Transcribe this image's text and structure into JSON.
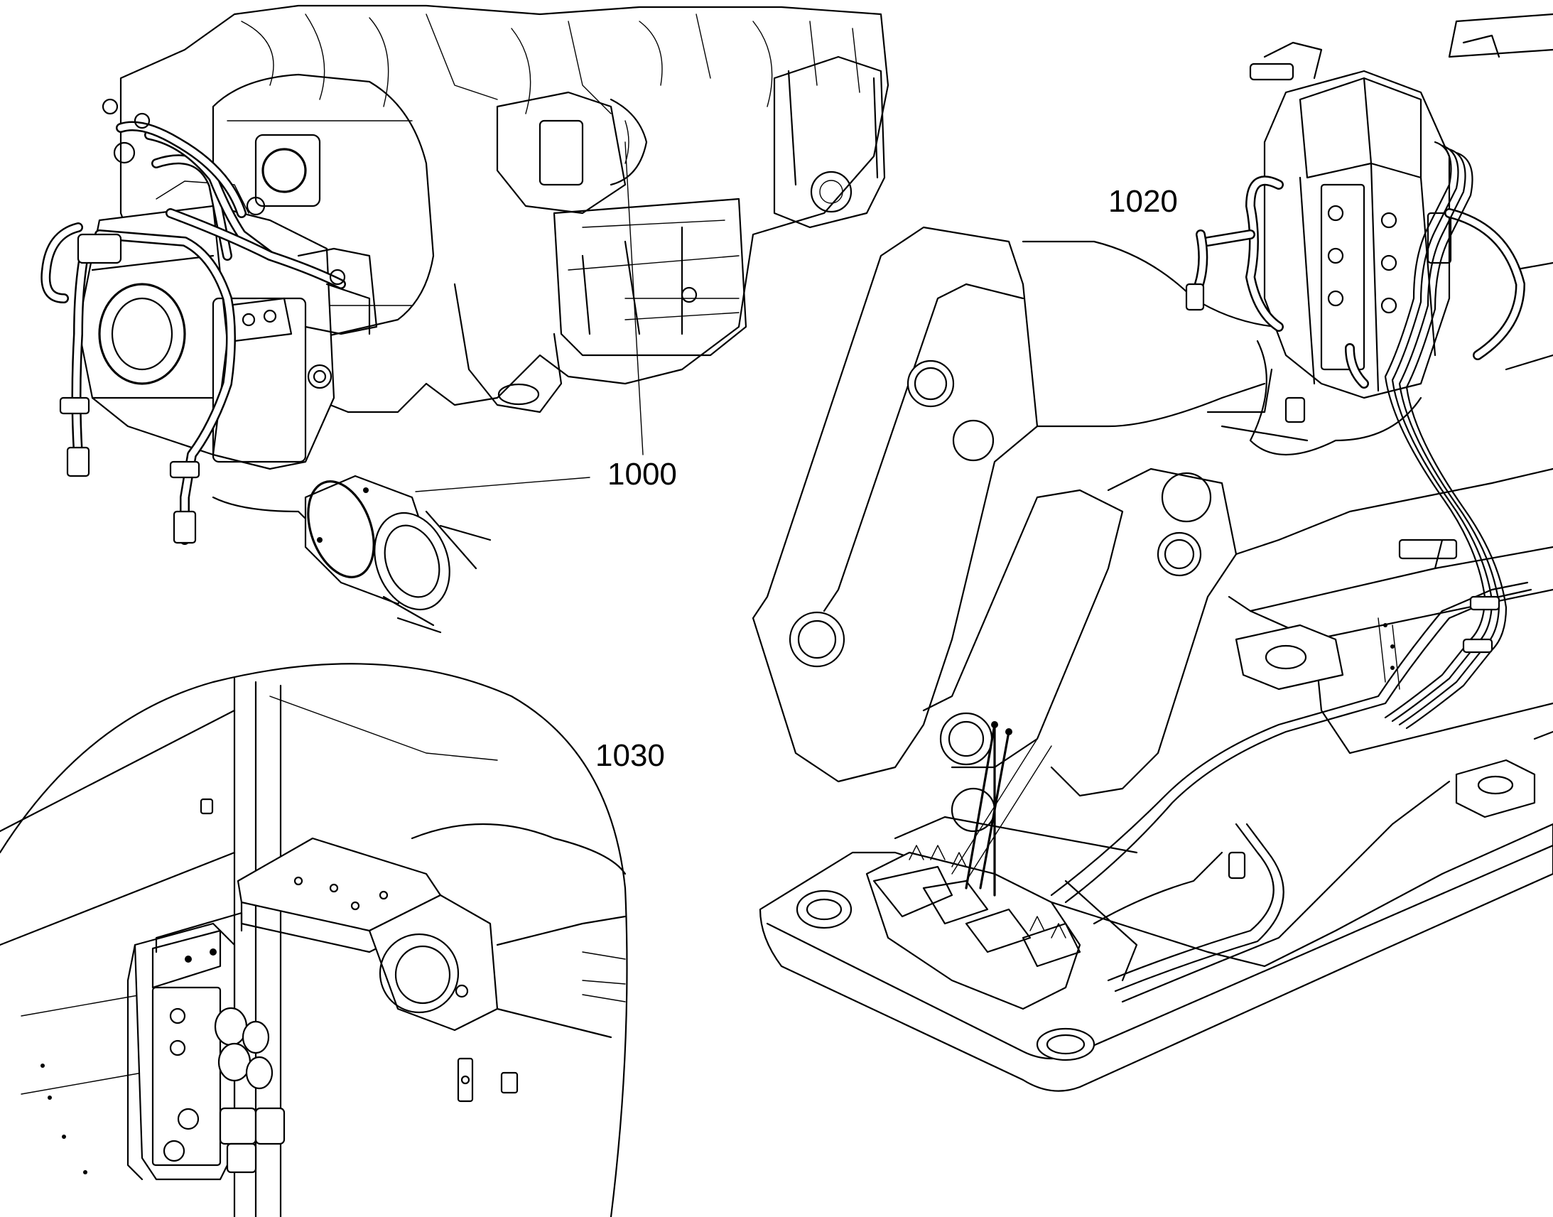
{
  "diagram": {
    "callouts": [
      {
        "id": "callout-1000",
        "text": "1000"
      },
      {
        "id": "callout-1020",
        "text": "1020"
      },
      {
        "id": "callout-1030",
        "text": "1030"
      }
    ]
  }
}
